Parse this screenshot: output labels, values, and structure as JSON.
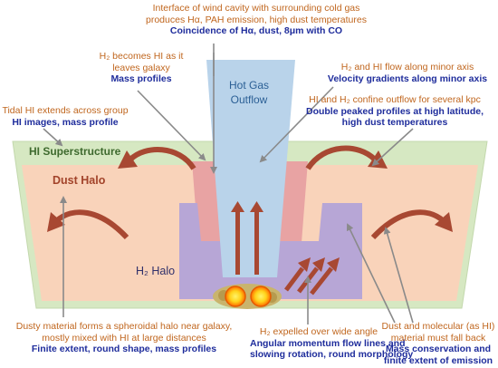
{
  "colors": {
    "hi_superstructure": "#d6e8c2",
    "dust_halo": "#f9d3ba",
    "h2_halo": "#b7a6d6",
    "hot_gas": "#b9d3ea",
    "red_layer": "#e8a3a3",
    "arrow": "#a84832",
    "pointer": "#8a8a8a",
    "orange_text": "#c0661e",
    "blue_text": "#1f2d9c"
  },
  "regions": {
    "hi_superstructure": "HI Superstructure",
    "dust_halo": "Dust Halo",
    "h2_halo": "H₂ Halo",
    "hot_gas_1": "Hot Gas",
    "hot_gas_2": "Outflow"
  },
  "annotations": {
    "interface": {
      "line1": "Interface of wind cavity with surrounding cold gas",
      "line2": "produces Hα, PAH emission, high dust temperatures",
      "line3": "Coincidence of Hα, dust, 8μm with CO"
    },
    "h2_becomes_hi": {
      "line1": "H₂ becomes HI as it",
      "line2": "leaves galaxy",
      "line3": "Mass profiles"
    },
    "h2_hi_flow": {
      "line1": "H₂ and HI flow along minor axis",
      "line2": "Velocity gradients along minor axis"
    },
    "tidal_hi": {
      "line1": "Tidal HI extends across group",
      "line2": "HI images, mass profile"
    },
    "hi_h2_confine": {
      "line1": "HI and H₂ confine outflow for several kpc",
      "line2": "Double peaked profiles at high latitude,",
      "line3": "high dust temperatures"
    },
    "dusty_material": {
      "line1": "Dusty material forms a spheroidal halo near galaxy,",
      "line2": "mostly mixed with HI at large distances",
      "line3": "Finite extent, round shape, mass profiles"
    },
    "h2_expelled": {
      "line1": "H₂ expelled over wide angle",
      "line2": "Angular momentum flow lines and",
      "line3": "slowing rotation, round morphology"
    },
    "dust_molecular": {
      "line1": "Dust and molecular (as HI)",
      "line2": "material must fall back",
      "line3": "Mass conservation and",
      "line4": "finite extent of emission"
    }
  }
}
